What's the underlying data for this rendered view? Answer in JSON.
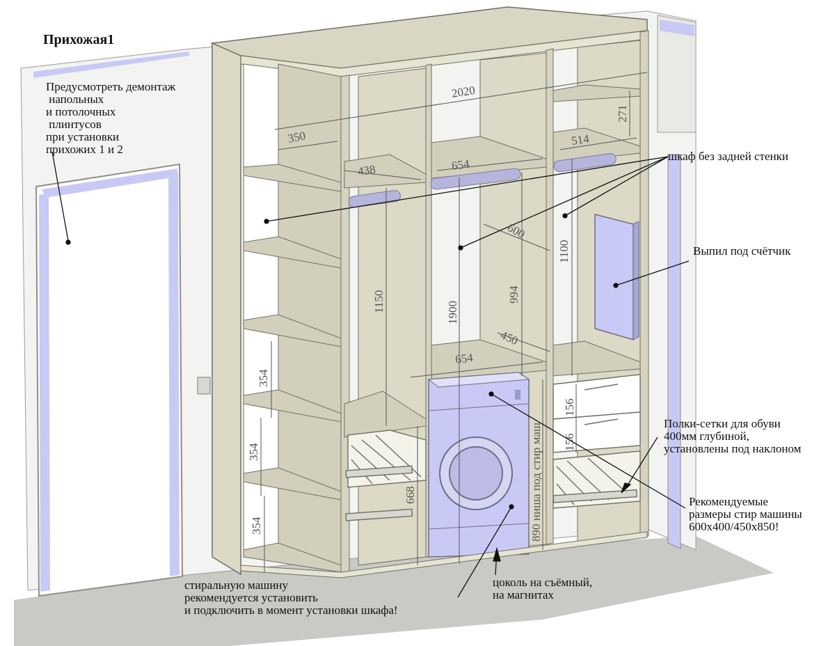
{
  "title": "Прихожая1",
  "notes": {
    "demontazh": "Предусмотреть демонтаж\n напольных\nи потолочных\n плинтусов\nпри установки\nприхожих 1 и 2",
    "no_back_wall": "шкаф без задней стенки",
    "meter_cutout": "Выпил под счётчик",
    "shoe_racks": "Полки-сетки для обуви\n400мм глубиной,\nустановлены под наклоном",
    "washer_size": "Рекомендуемые\nразмеры стир машины\n600х400/450х850!",
    "plinth": "цоколь на съёмный,\nна магнитах",
    "washer_install": "стиральную машину\nрекомендуется установить\nи подключить в момент установки шкафа!"
  },
  "dimensions": {
    "total_width": "2020",
    "left_depth": "350",
    "left_width": "438",
    "middle_width": "654",
    "right_width": "514",
    "top_shelf_height": "271",
    "rod_depth": "600",
    "right_hang_height": "1100",
    "left_hang_height": "1150",
    "middle_height": "1900",
    "middle_hang_height": "994",
    "niche_depth": "450",
    "niche_width": "654",
    "shelf_1": "354",
    "shelf_2": "354",
    "shelf_3": "354",
    "shoe_height": "668",
    "washer_niche": "890 ниша под стир маш",
    "drawer_1": "156",
    "drawer_2": "156"
  },
  "colors": {
    "panel": "#dcdac6",
    "panel_dark": "#c8c6b0",
    "edge": "#6e6e64",
    "wall": "#f2f2f0",
    "floor": "#c9c9c6",
    "accent": "#c9c9f5",
    "line": "#111111"
  }
}
